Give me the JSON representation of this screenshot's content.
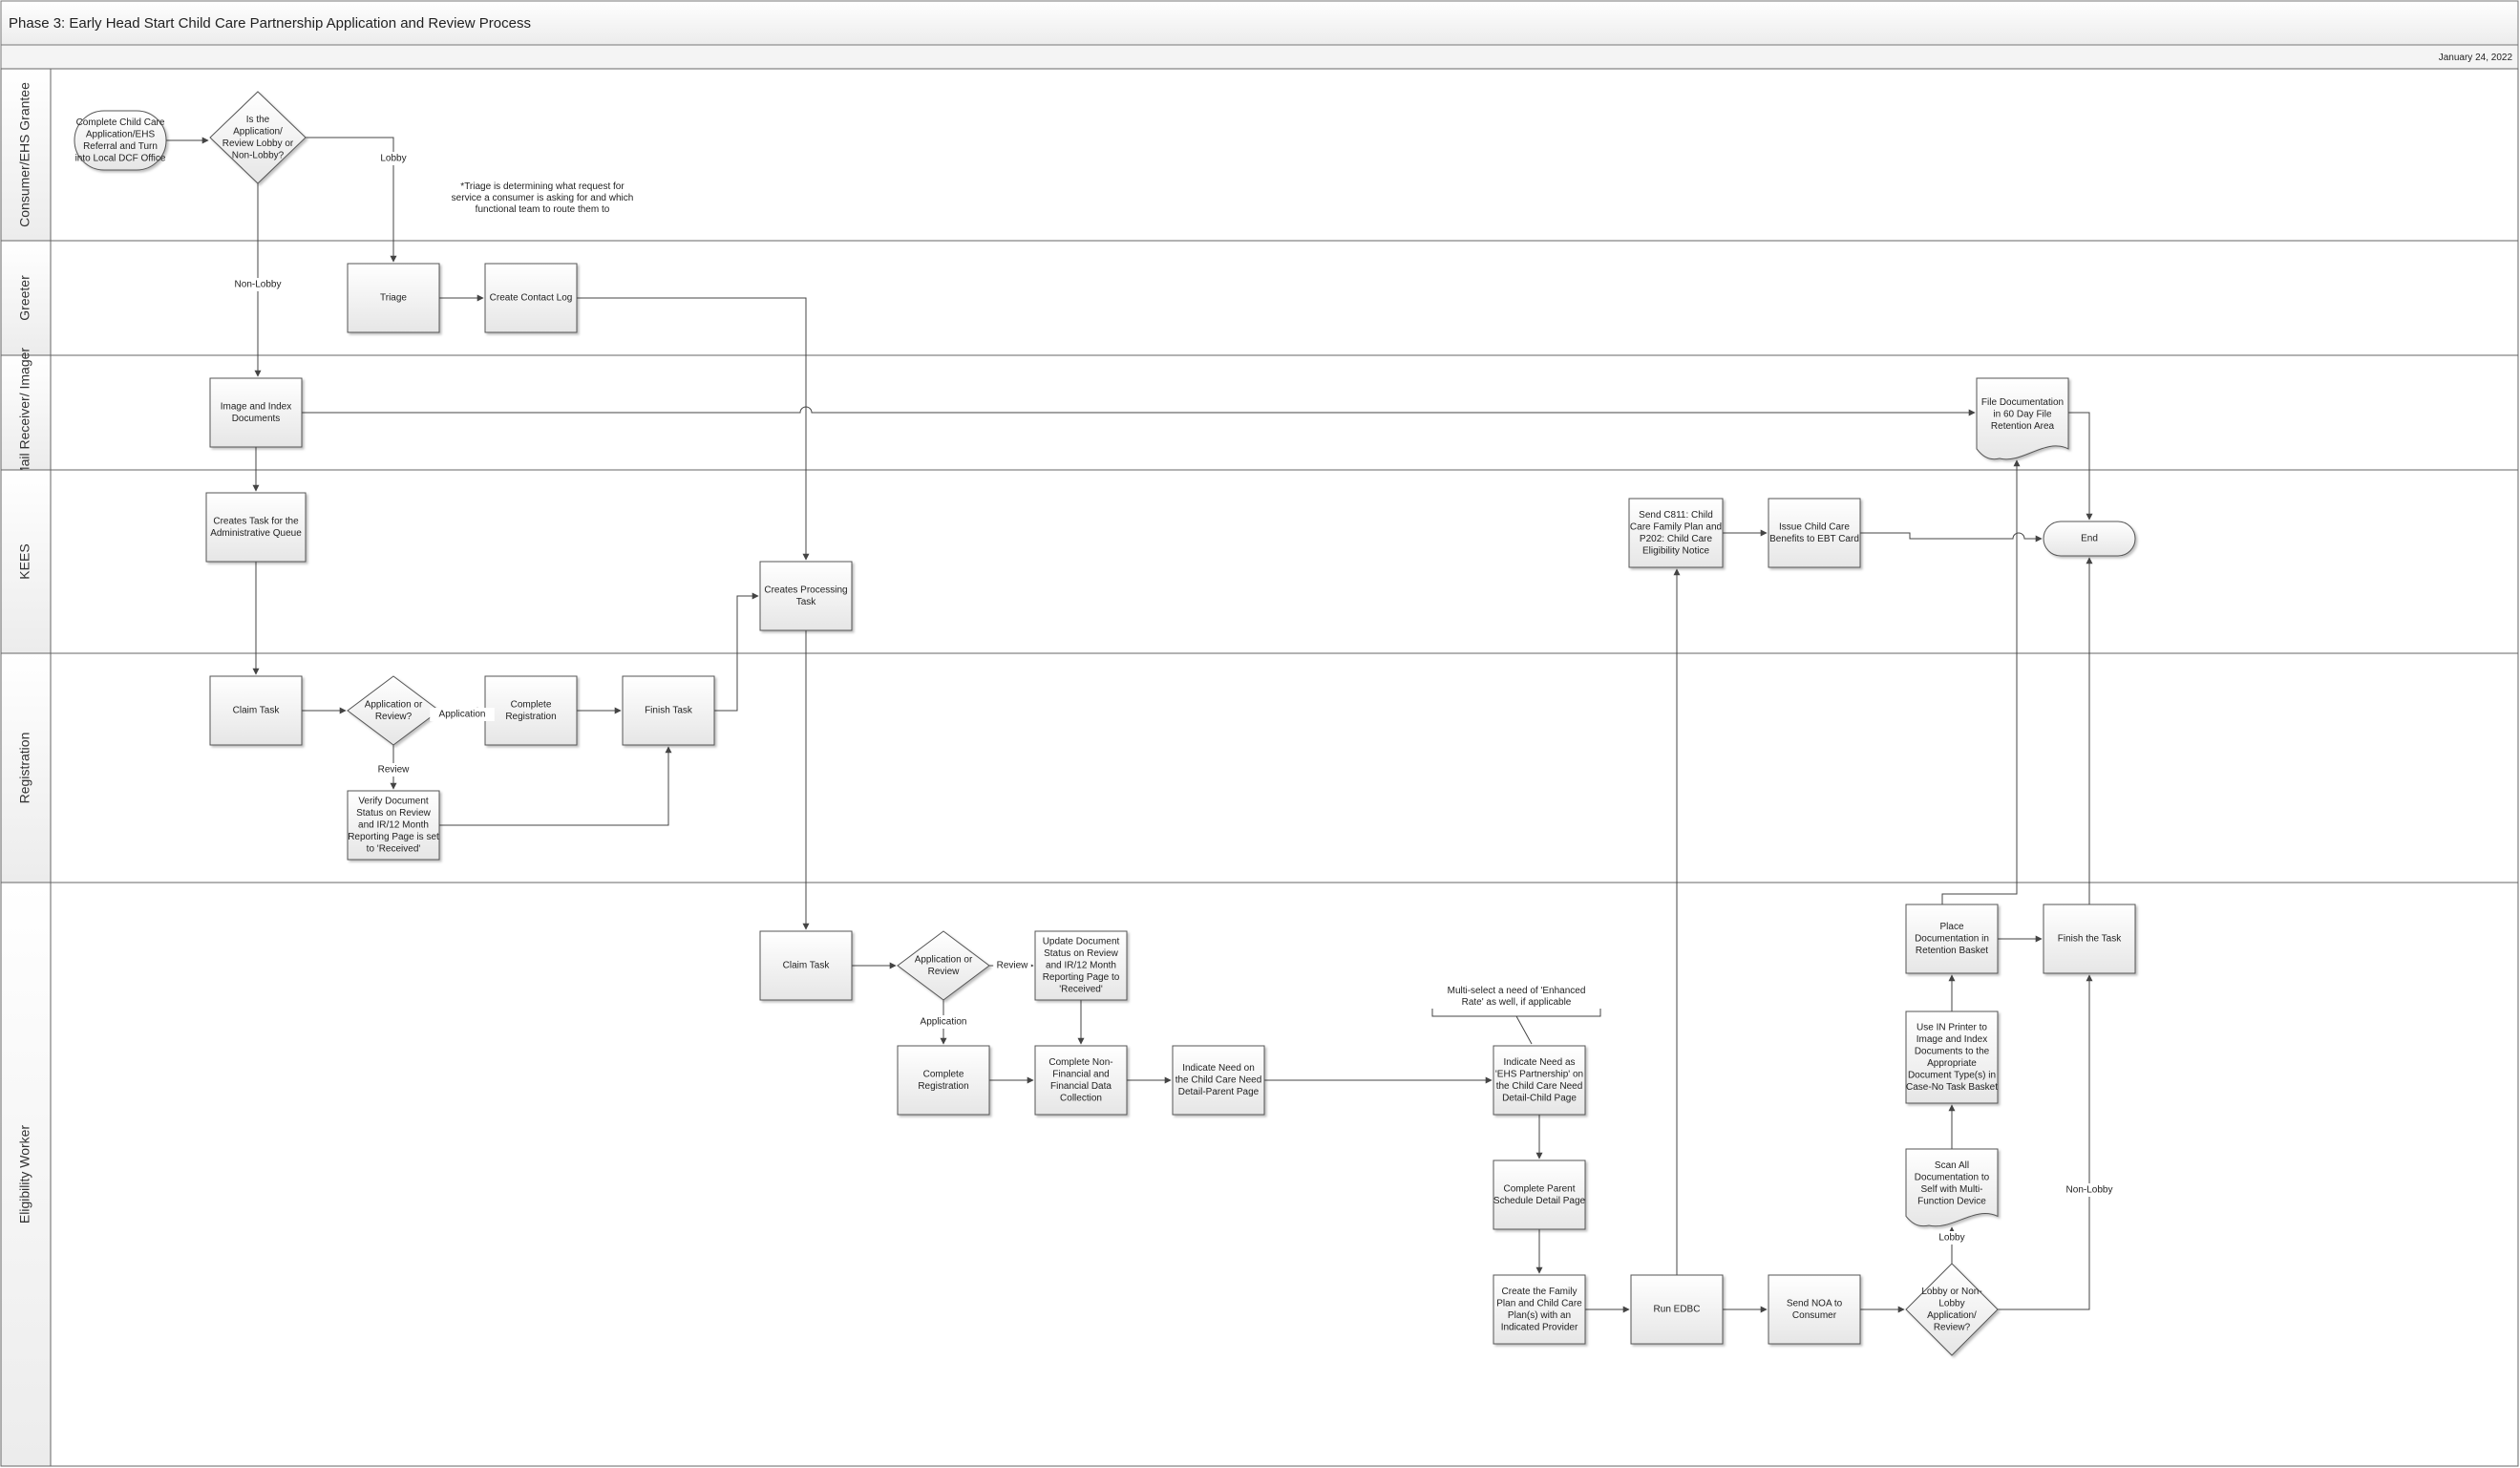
{
  "header": {
    "title": "Phase 3: Early Head Start Child Care Partnership Application and Review Process",
    "date": "January 24, 2022"
  },
  "lanes": [
    {
      "id": "consumer",
      "label": "Consumer/EHS Grantee"
    },
    {
      "id": "greeter",
      "label": "Greeter"
    },
    {
      "id": "mail",
      "label": "Mail Receiver/ Imager"
    },
    {
      "id": "kees",
      "label": "KEES"
    },
    {
      "id": "registration",
      "label": "Registration"
    },
    {
      "id": "eligibility",
      "label": "Eligibility Worker"
    }
  ],
  "nodes": [
    {
      "id": "start",
      "kind": "terminator",
      "lines": [
        "Complete Child Care",
        "Application/EHS",
        "Referral and Turn",
        "into Local DCF Office"
      ]
    },
    {
      "id": "lobby_decision",
      "kind": "decision",
      "lines": [
        "Is the",
        "Application/",
        "Review Lobby or",
        "Non-Lobby?"
      ]
    },
    {
      "id": "triage",
      "kind": "process",
      "lines": [
        "Triage"
      ]
    },
    {
      "id": "contact_log",
      "kind": "process",
      "lines": [
        "Create Contact Log"
      ]
    },
    {
      "id": "image_index",
      "kind": "process",
      "lines": [
        "Image and Index",
        "Documents"
      ]
    },
    {
      "id": "file_doc",
      "kind": "document",
      "lines": [
        "File Documentation",
        "in 60 Day File",
        "Retention Area"
      ]
    },
    {
      "id": "admin_task",
      "kind": "process",
      "lines": [
        "Creates Task for the",
        "Administrative Queue"
      ]
    },
    {
      "id": "processing_task",
      "kind": "process",
      "lines": [
        "Creates Processing",
        "Task"
      ]
    },
    {
      "id": "send_c811",
      "kind": "process",
      "lines": [
        "Send C811: Child",
        "Care Family Plan and",
        "P202: Child Care",
        "Eligibility Notice"
      ]
    },
    {
      "id": "issue_benefits",
      "kind": "process",
      "lines": [
        "Issue Child Care",
        "Benefits to EBT Card"
      ]
    },
    {
      "id": "end",
      "kind": "terminator",
      "lines": [
        "End"
      ]
    },
    {
      "id": "reg_claim",
      "kind": "process",
      "lines": [
        "Claim Task"
      ]
    },
    {
      "id": "reg_decision",
      "kind": "decision",
      "lines": [
        "Application or",
        "Review?"
      ]
    },
    {
      "id": "reg_complete",
      "kind": "process",
      "lines": [
        "Complete",
        "Registration"
      ]
    },
    {
      "id": "reg_finish",
      "kind": "process",
      "lines": [
        "Finish Task"
      ]
    },
    {
      "id": "reg_verify",
      "kind": "process",
      "lines": [
        "Verify Document",
        "Status on Review",
        "and IR/12 Month",
        "Reporting Page is set",
        "to 'Received'"
      ]
    },
    {
      "id": "ew_claim",
      "kind": "process",
      "lines": [
        "Claim Task"
      ]
    },
    {
      "id": "ew_decision",
      "kind": "decision",
      "lines": [
        "Application or",
        "Review"
      ]
    },
    {
      "id": "ew_update",
      "kind": "process",
      "lines": [
        "Update Document",
        "Status on Review",
        "and IR/12 Month",
        "Reporting Page to",
        "'Received'"
      ]
    },
    {
      "id": "ew_complete_reg",
      "kind": "process",
      "lines": [
        "Complete",
        "Registration"
      ]
    },
    {
      "id": "ew_nonfin",
      "kind": "process",
      "lines": [
        "Complete Non-",
        "Financial and",
        "Financial Data",
        "Collection"
      ]
    },
    {
      "id": "ew_need_parent",
      "kind": "process",
      "lines": [
        "Indicate Need on",
        "the Child Care Need",
        "Detail-Parent Page"
      ]
    },
    {
      "id": "ew_need_child",
      "kind": "process",
      "lines": [
        "Indicate Need as",
        "'EHS Partnership' on",
        "the Child Care Need",
        "Detail-Child Page"
      ]
    },
    {
      "id": "ew_schedule",
      "kind": "process",
      "lines": [
        "Complete Parent",
        "Schedule Detail Page"
      ]
    },
    {
      "id": "ew_family_plan",
      "kind": "process",
      "lines": [
        "Create the Family",
        "Plan and Child Care",
        "Plan(s) with an",
        "Indicated Provider"
      ]
    },
    {
      "id": "ew_run_edbc",
      "kind": "process",
      "lines": [
        "Run EDBC"
      ]
    },
    {
      "id": "ew_send_noa",
      "kind": "process",
      "lines": [
        "Send NOA to",
        "Consumer"
      ]
    },
    {
      "id": "ew_lobby_decision",
      "kind": "decision",
      "lines": [
        "Lobby or Non-",
        "Lobby",
        "Application/",
        "Review?"
      ]
    },
    {
      "id": "ew_scan",
      "kind": "document",
      "lines": [
        "Scan All",
        "Documentation to",
        "Self with Multi-",
        "Function Device"
      ]
    },
    {
      "id": "ew_printer",
      "kind": "process",
      "lines": [
        "Use IN Printer to",
        "Image and Index",
        "Documents to the",
        "Appropriate",
        "Document Type(s) in",
        "Case-No Task Basket"
      ]
    },
    {
      "id": "ew_place",
      "kind": "process",
      "lines": [
        "Place",
        "Documentation in",
        "Retention Basket"
      ]
    },
    {
      "id": "ew_finish",
      "kind": "process",
      "lines": [
        "Finish the Task"
      ]
    }
  ],
  "edge_labels": {
    "lobby": "Lobby",
    "non_lobby": "Non-Lobby",
    "application": "Application",
    "review": "Review",
    "ew_lobby": "Lobby",
    "ew_non_lobby": "Non-Lobby"
  },
  "notes": {
    "triage_note": [
      "*Triage is determining what request for",
      "service a consumer is asking for and which",
      "functional team to route them to"
    ],
    "enhanced_note": [
      "Multi-select a need of 'Enhanced",
      "Rate' as well, if applicable"
    ]
  }
}
